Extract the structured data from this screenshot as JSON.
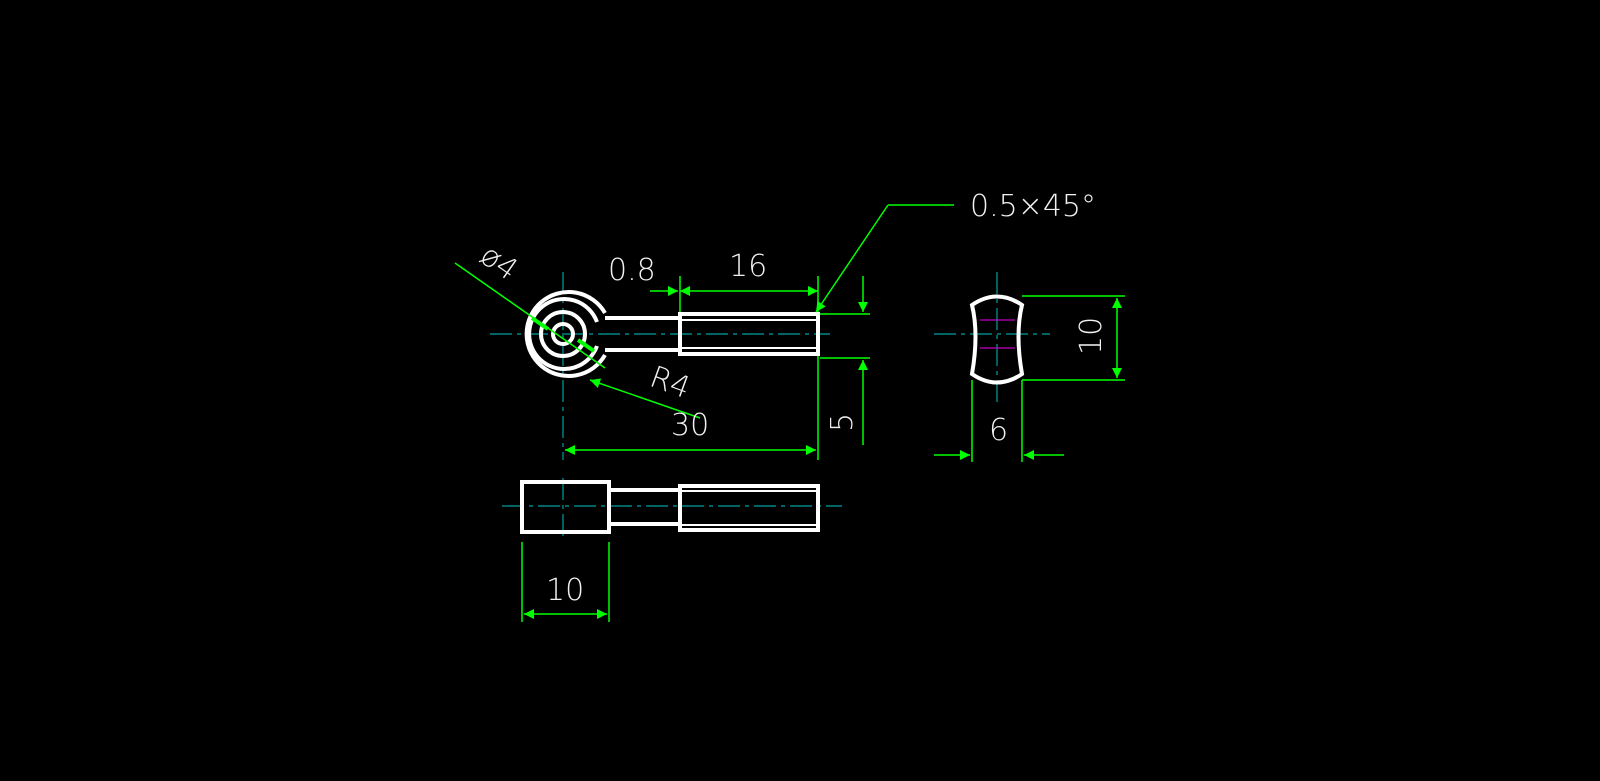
{
  "colors": {
    "background": "#000000",
    "part_outline": "#ffffff",
    "dimension": "#00ff00",
    "centerline": "#00a0a0",
    "hidden_line": "#c000c0",
    "text": "#f0f0f0"
  },
  "annotations": {
    "chamfer": "0.5×45°",
    "hole_diameter": "ø4",
    "radius": "R4",
    "thread_offset": "0.8",
    "thread_length": "16",
    "overall_length": "30",
    "shank_height": "5",
    "head_width_top": "10",
    "side_width": "6",
    "side_height": "10"
  }
}
